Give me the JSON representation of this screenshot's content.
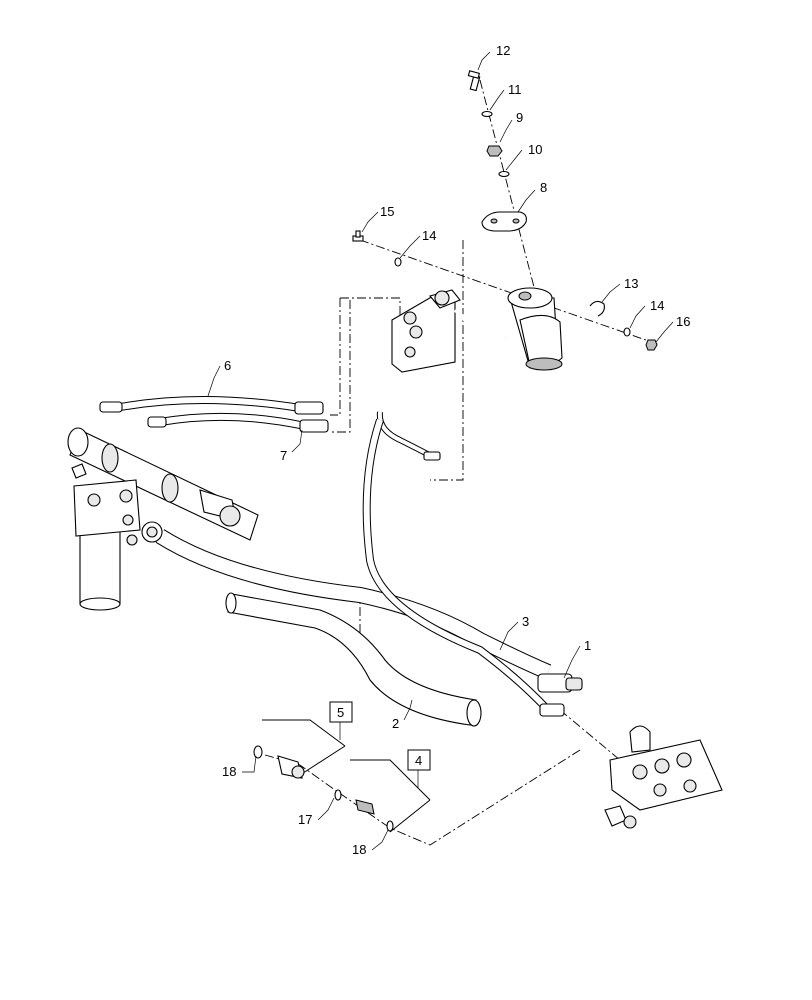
{
  "callouts": {
    "c1": "1",
    "c2": "2",
    "c3": "3",
    "c4": "4",
    "c5": "5",
    "c6": "6",
    "c7": "7",
    "c8": "8",
    "c9": "9",
    "c10": "10",
    "c11": "11",
    "c12": "12",
    "c13": "13",
    "c14a": "14",
    "c14b": "14",
    "c15": "15",
    "c16": "16",
    "c17": "17",
    "c18a": "18",
    "c18b": "18"
  }
}
